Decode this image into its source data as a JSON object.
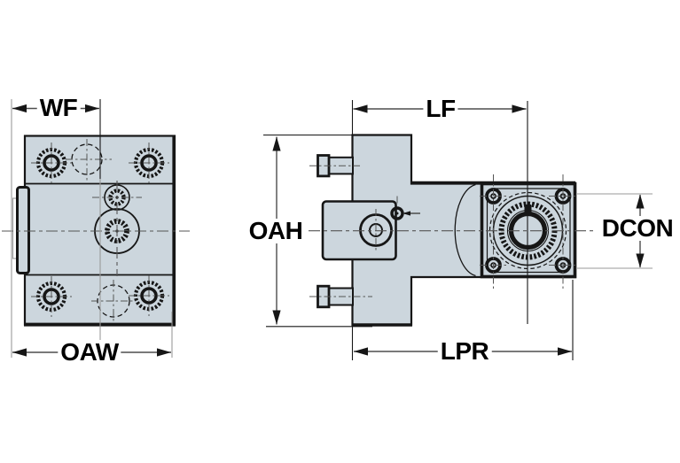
{
  "drawing": {
    "type": "technical-dimension-drawing",
    "views": [
      "front-view",
      "side-view"
    ]
  },
  "labels": {
    "wf": "WF",
    "oaw": "OAW",
    "lf": "LF",
    "oah": "OAH",
    "lpr": "LPR",
    "dcon": "DCON"
  },
  "colors": {
    "body_fill": "#ccd6dd",
    "outline": "#161616",
    "dim_line": "#4d4d4d",
    "ext_line": "#9a9a9a",
    "centerline": "#555555",
    "label_text": "#000000",
    "background": "#ffffff"
  }
}
